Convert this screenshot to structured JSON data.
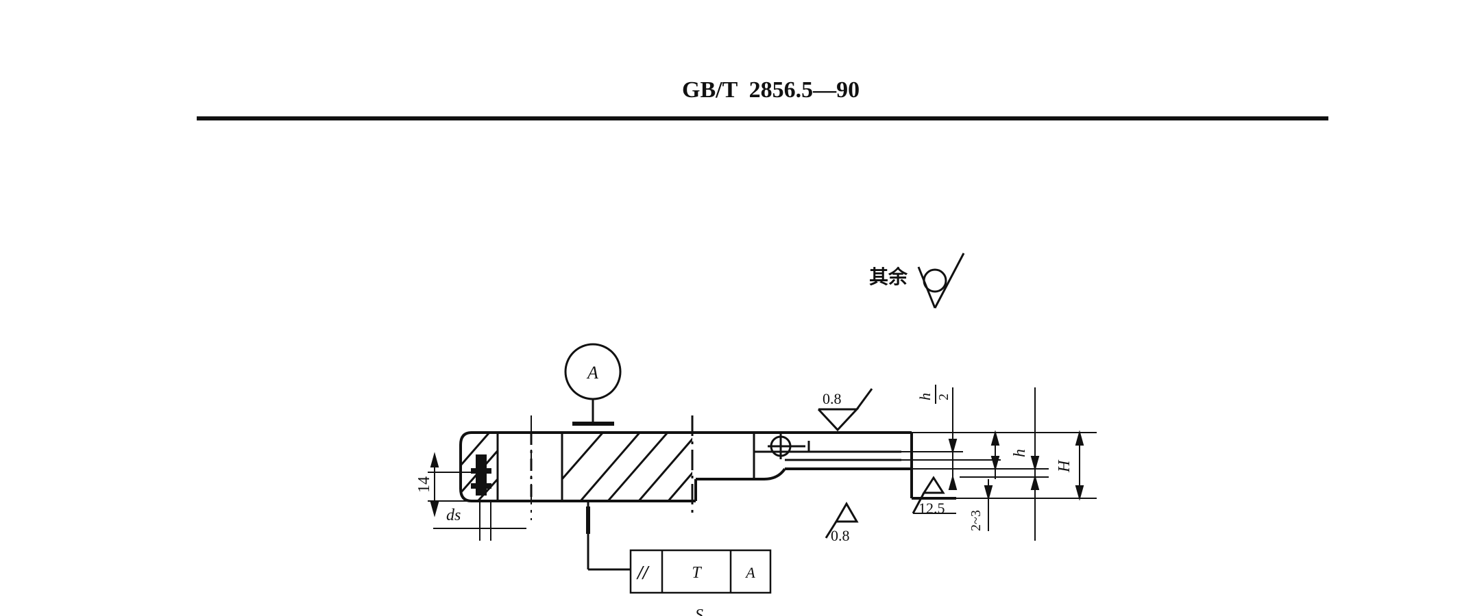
{
  "header": {
    "standard_number": "GB/T  2856.5—90"
  },
  "roughness": {
    "remainder_label": "其余",
    "top_value": "0.8",
    "bottom_value": "0.8",
    "step_value": "12.5"
  },
  "datum": {
    "label": "A"
  },
  "tolerance_frame": {
    "symbol": "//",
    "tolerance": "T",
    "datum_ref": "A"
  },
  "dimensions": {
    "left_height": "14",
    "bore": "ds",
    "half_step_num": "h",
    "half_step_den": "2",
    "step": "h",
    "total": "H",
    "gap": "2~3"
  },
  "cut_off_label": "S",
  "colors": {
    "ink": "#111111",
    "paper": "#ffffff"
  }
}
